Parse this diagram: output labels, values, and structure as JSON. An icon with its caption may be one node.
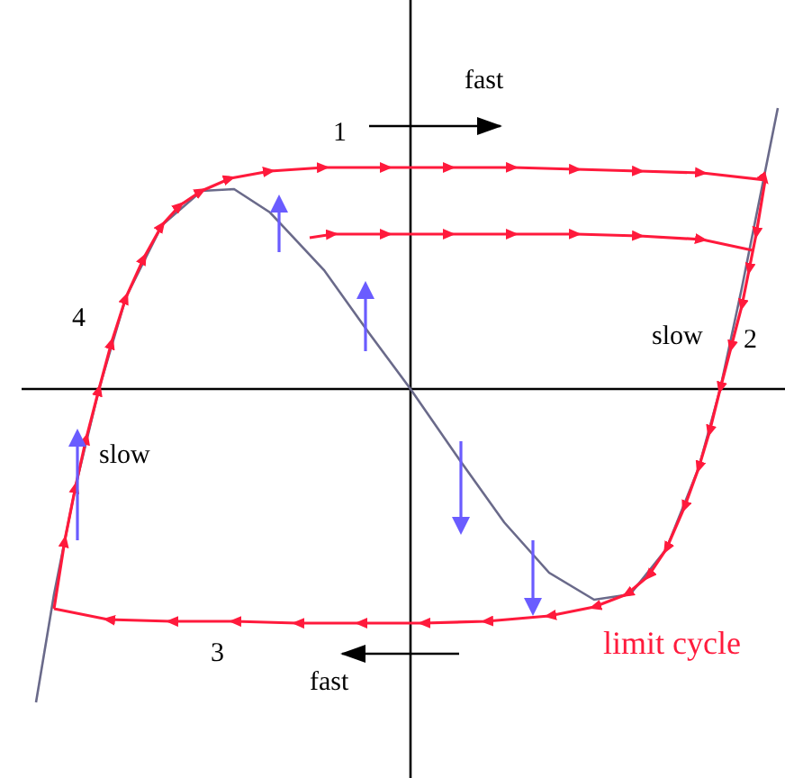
{
  "diagram": {
    "labels": [
      "fast",
      "1",
      "4",
      "slow",
      "2",
      "slow",
      "limit cycle",
      "3",
      "fast"
    ]
  }
}
